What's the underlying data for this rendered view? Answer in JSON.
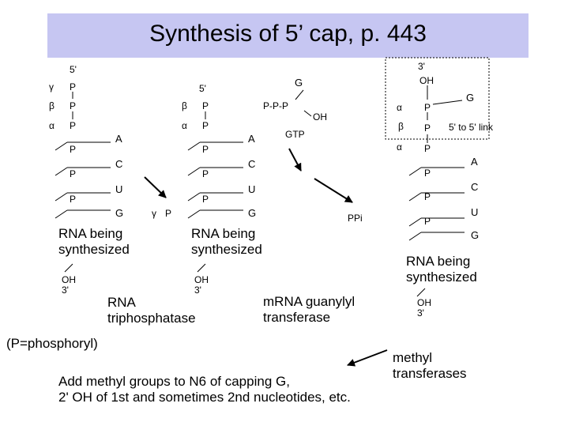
{
  "title": "Synthesis of 5’ cap, p. 443",
  "labels": {
    "five_prime": "5'",
    "three_prime": "3'",
    "oh": "OH",
    "p": "P",
    "gamma": "γ",
    "beta": "β",
    "alpha": "α",
    "A": "A",
    "C": "C",
    "U": "U",
    "G": "G",
    "ppp": "P-P-P",
    "gtp": "GTP",
    "ppi": "PPi",
    "link": "5' to 5' link"
  },
  "rna_being": "RNA being",
  "synthesized": "synthesized",
  "enzymes": {
    "triphosphatase_1": "RNA",
    "triphosphatase_2": "triphosphatase",
    "guanylyl_1": "mRNA guanylyl",
    "guanylyl_2": "transferase",
    "methyl_1": "methyl",
    "methyl_2": "transferases"
  },
  "note": "(P=phosphoryl)",
  "footer_1": "Add methyl groups to N6 of capping G,",
  "footer_2": "2' OH of 1st and sometimes 2nd nucleotides, etc."
}
